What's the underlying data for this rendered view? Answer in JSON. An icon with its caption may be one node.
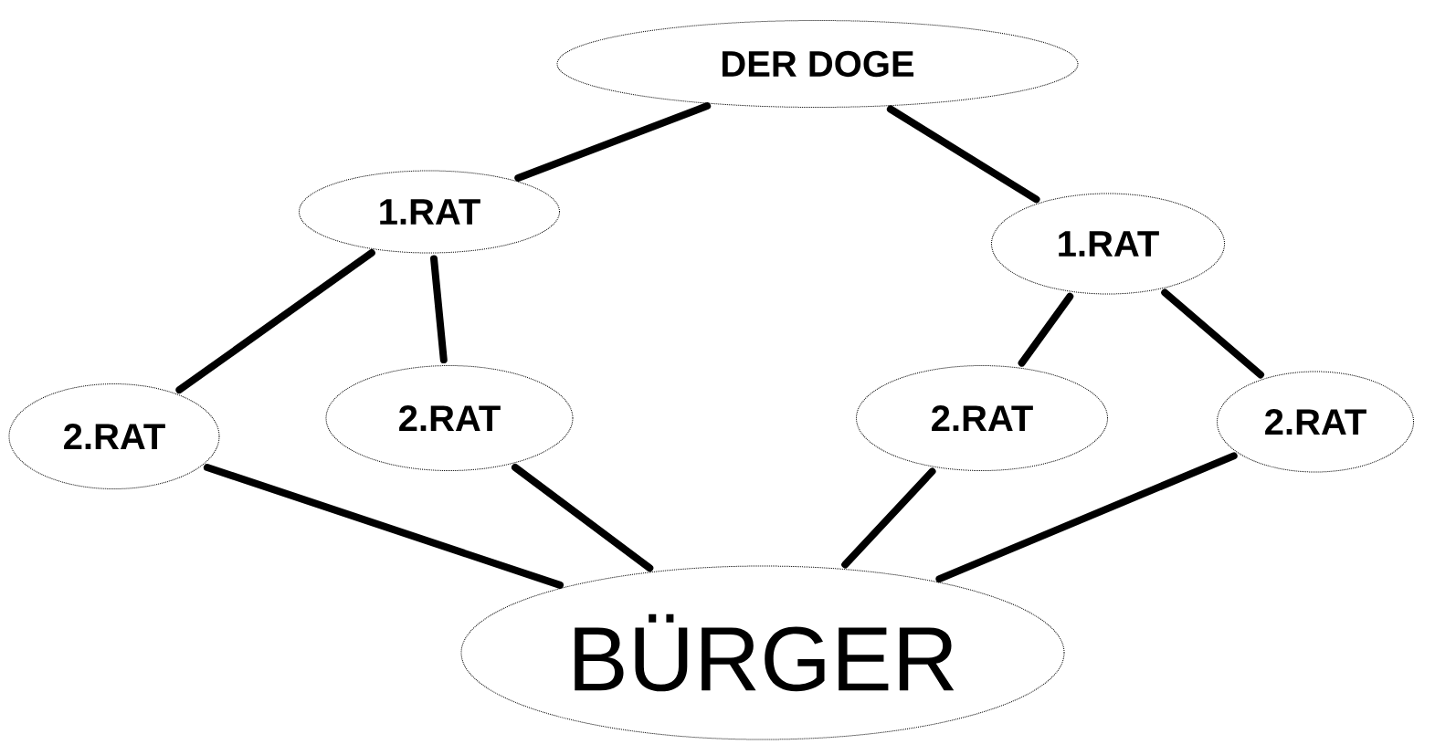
{
  "diagram": {
    "nodes": [
      {
        "text": [
          "DER DOGE"
        ]
      },
      {
        "text": [
          "1.RAT"
        ]
      },
      {
        "text": [
          "1.RAT"
        ]
      },
      {
        "text": [
          "2.RAT"
        ]
      },
      {
        "text": [
          "2.RAT"
        ]
      },
      {
        "text": [
          "2.RAT"
        ]
      },
      {
        "text": [
          "2.RAT"
        ]
      },
      {
        "text": [
          "BÜRGER"
        ]
      }
    ],
    "edges": [
      {
        "from": 0,
        "to": 1,
        "arrow": "none"
      },
      {
        "from": 0,
        "to": 2,
        "arrow": "none"
      },
      {
        "from": 1,
        "to": 3,
        "arrow": "none"
      },
      {
        "from": 1,
        "to": 4,
        "arrow": "none"
      },
      {
        "from": 2,
        "to": 5,
        "arrow": "none"
      },
      {
        "from": 2,
        "to": 6,
        "arrow": "none"
      },
      {
        "from": 3,
        "to": 7,
        "arrow": "none"
      },
      {
        "from": 4,
        "to": 7,
        "arrow": "none"
      },
      {
        "from": 5,
        "to": 7,
        "arrow": "none"
      },
      {
        "from": 6,
        "to": 7,
        "arrow": "none"
      }
    ]
  }
}
